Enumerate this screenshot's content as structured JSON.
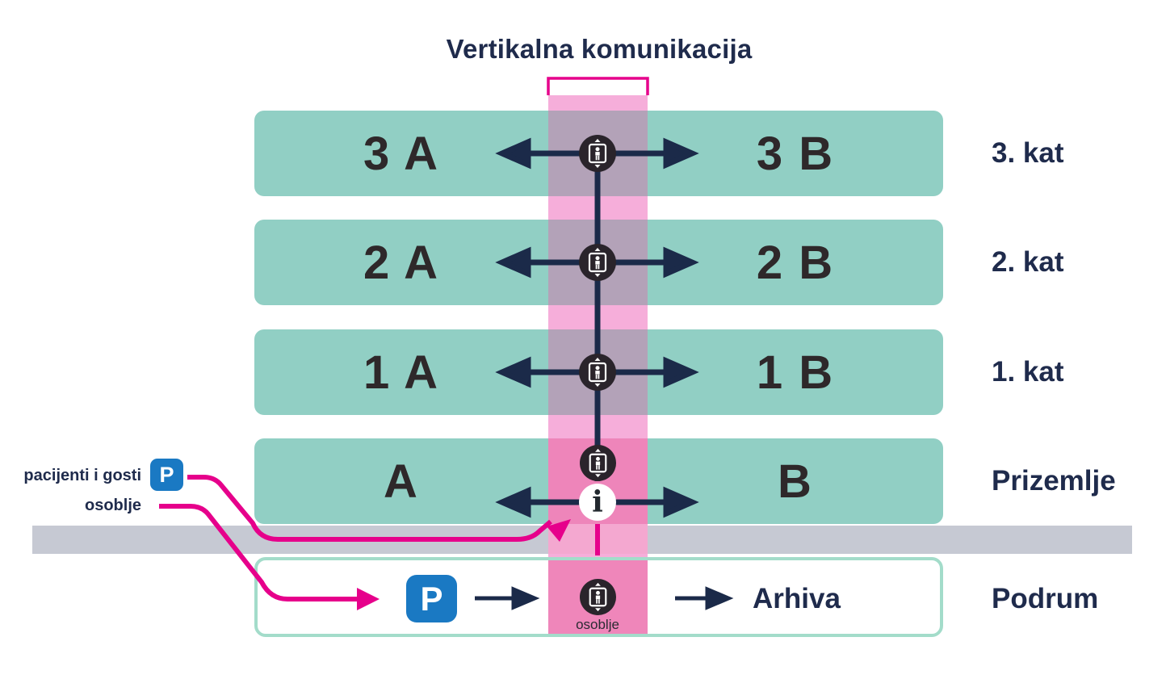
{
  "title": "Vertikalna komunikacija",
  "floors": [
    {
      "left_wing": "3 A",
      "right_wing": "3 B",
      "label": "3. kat"
    },
    {
      "left_wing": "2 A",
      "right_wing": "2 B",
      "label": "2. kat"
    },
    {
      "left_wing": "1 A",
      "right_wing": "1 B",
      "label": "1. kat"
    },
    {
      "left_wing": "A",
      "right_wing": "B",
      "label": "Prizemlje"
    }
  ],
  "basement": {
    "label": "Podrum",
    "parking_letter": "P",
    "elevator_caption": "osoblje",
    "archive": "Arhiva"
  },
  "legend": {
    "patients": "pacijenti i gosti",
    "staff": "osoblje",
    "parking_letter": "P"
  },
  "info_letter": "i",
  "icons": {
    "elevator": "person-in-elevator",
    "info": "information-point",
    "parking": "parking-sign-P",
    "double_arrow": "left-right-arrow",
    "arrow": "right-arrow"
  },
  "colors": {
    "teal": "#91cfc4",
    "navy": "#1f2b4c",
    "arrow_navy": "#1b2a49",
    "magenta": "#e6008b",
    "icon_dark": "#2a242b",
    "wing_text": "#2e282a",
    "street_gray": "#c6c9d3",
    "parking_blue": "#1a79c3",
    "basement_border": "#a3dcca",
    "strip_light": "#f6aeda",
    "strip_on_floor": "#b3a2b8",
    "strip_ground": "#ee85ba",
    "strip_on_street": "#f4a8d0",
    "strip_basement": "#ef86ba"
  }
}
